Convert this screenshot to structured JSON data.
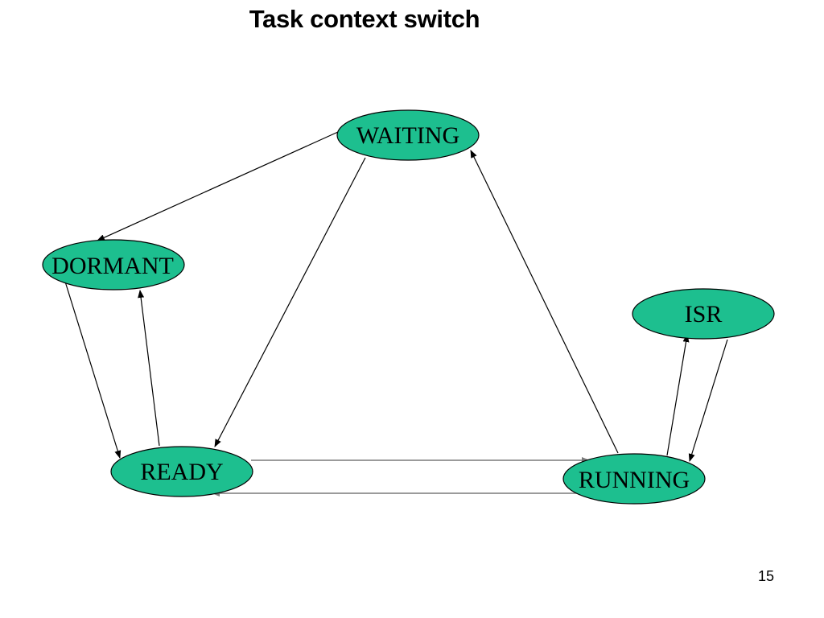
{
  "slide": {
    "title": "Task context switch",
    "page_number": "15"
  },
  "diagram": {
    "colors": {
      "state_fill": "#1dbf8f",
      "state_border": "#000000",
      "edge": "#000000",
      "edge_parallel": "#7a7a7a"
    },
    "states": {
      "waiting": "WAITING",
      "dormant": "DORMANT",
      "isr": "ISR",
      "ready": "READY",
      "running": "RUNNING"
    },
    "transitions": [
      {
        "from": "WAITING",
        "to": "DORMANT"
      },
      {
        "from": "WAITING",
        "to": "READY"
      },
      {
        "from": "DORMANT",
        "to": "READY"
      },
      {
        "from": "READY",
        "to": "DORMANT"
      },
      {
        "from": "READY",
        "to": "RUNNING"
      },
      {
        "from": "RUNNING",
        "to": "READY"
      },
      {
        "from": "RUNNING",
        "to": "WAITING"
      },
      {
        "from": "RUNNING",
        "to": "ISR"
      },
      {
        "from": "ISR",
        "to": "RUNNING"
      }
    ]
  }
}
